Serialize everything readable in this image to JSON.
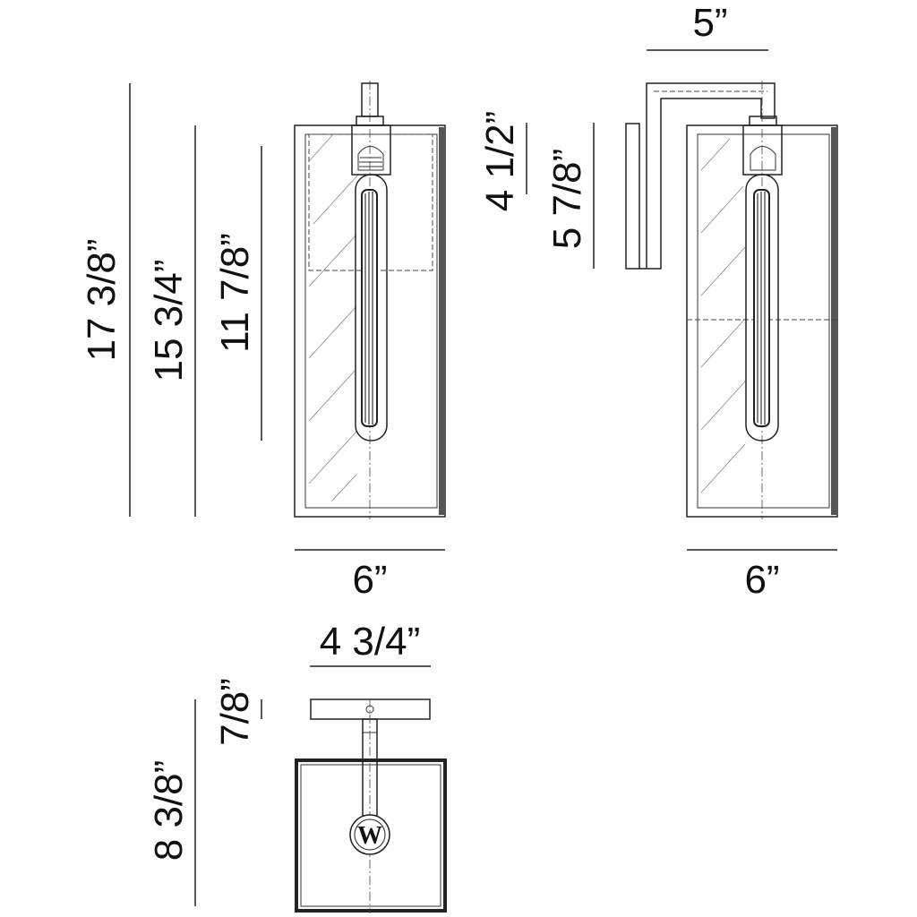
{
  "drawing": {
    "front_view": {
      "overall_height": "17 3/8”",
      "shade_height": "15 3/4”",
      "bulb_height": "11 7/8”",
      "width": "6”"
    },
    "side_view": {
      "extension": "5”",
      "backplate_offset": "4 1/2”",
      "backplate_height": "5 7/8”",
      "width": "6”"
    },
    "top_view": {
      "canopy_width": "4 3/4”",
      "canopy_depth": "7/8”",
      "depth": "8 3/8”",
      "logo_letter": "W"
    }
  }
}
